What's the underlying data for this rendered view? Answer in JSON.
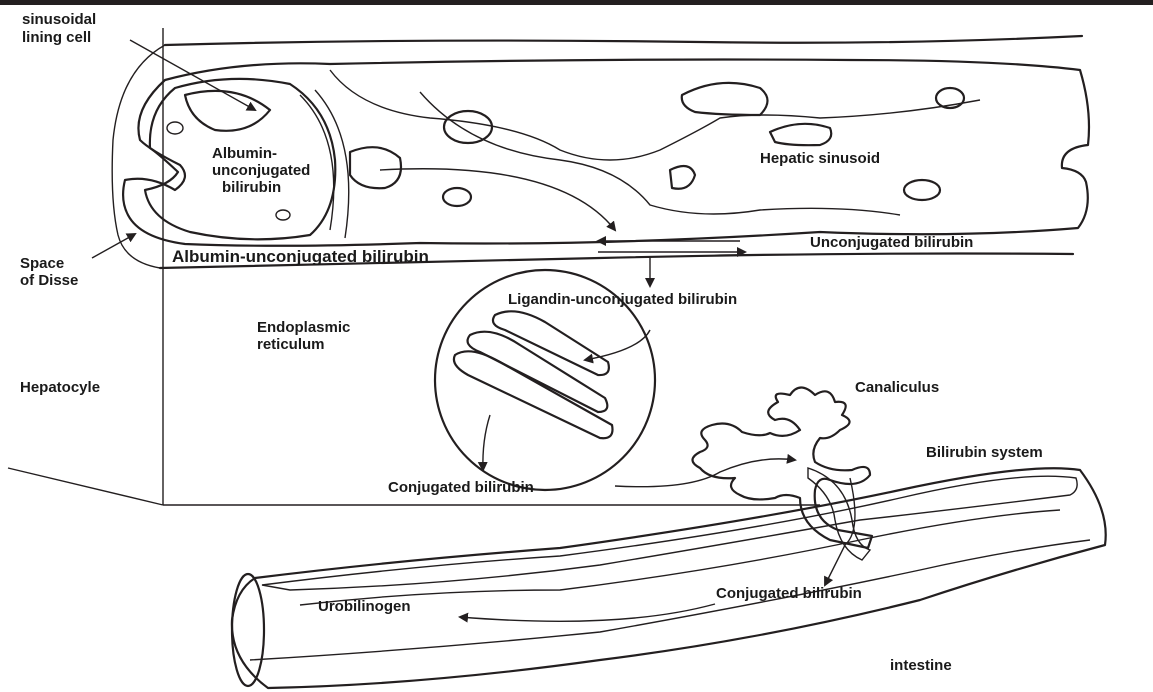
{
  "labels": {
    "sinusoidal_lining_cell": [
      "sinusoidal",
      "lining cell"
    ],
    "albumin_unconjugated_cell": [
      "Albumin-",
      "unconjugated",
      "bilirubin"
    ],
    "hepatic_sinusoid": "Hepatic sinusoid",
    "space_of_disse": [
      "Space",
      "of Disse"
    ],
    "albumin_unconjugated_bilirubin": "Albumin-unconjugated bilirubin",
    "unconjugated_bilirubin": "Unconjugated bilirubin",
    "ligandin_unconjugated_bilirubin": "Ligandin-unconjugated bilirubin",
    "endoplasmic_reticulum": [
      "Endoplasmic",
      "reticulum"
    ],
    "hepatocyte": "Hepatocyle",
    "canaliculus": "Canaliculus",
    "bilirubin_system": "Bilirubin system",
    "conjugated_bilirubin_er": "Conjugated bilirubin",
    "conjugated_bilirubin_intestine": "Conjugated bilirubin",
    "urobilinogen": "Urobilinogen",
    "intestine": "intestine"
  },
  "colors": {
    "sinusoid_fill": "#f2a9a0",
    "cell_fill": "#d98a86",
    "intestine_fill": "#c95a60",
    "intestine_lumen": "#d76a6c",
    "er_fill": "#f0a3a0",
    "canaliculus_fill": "#c9606a",
    "outline": "#231f20"
  }
}
